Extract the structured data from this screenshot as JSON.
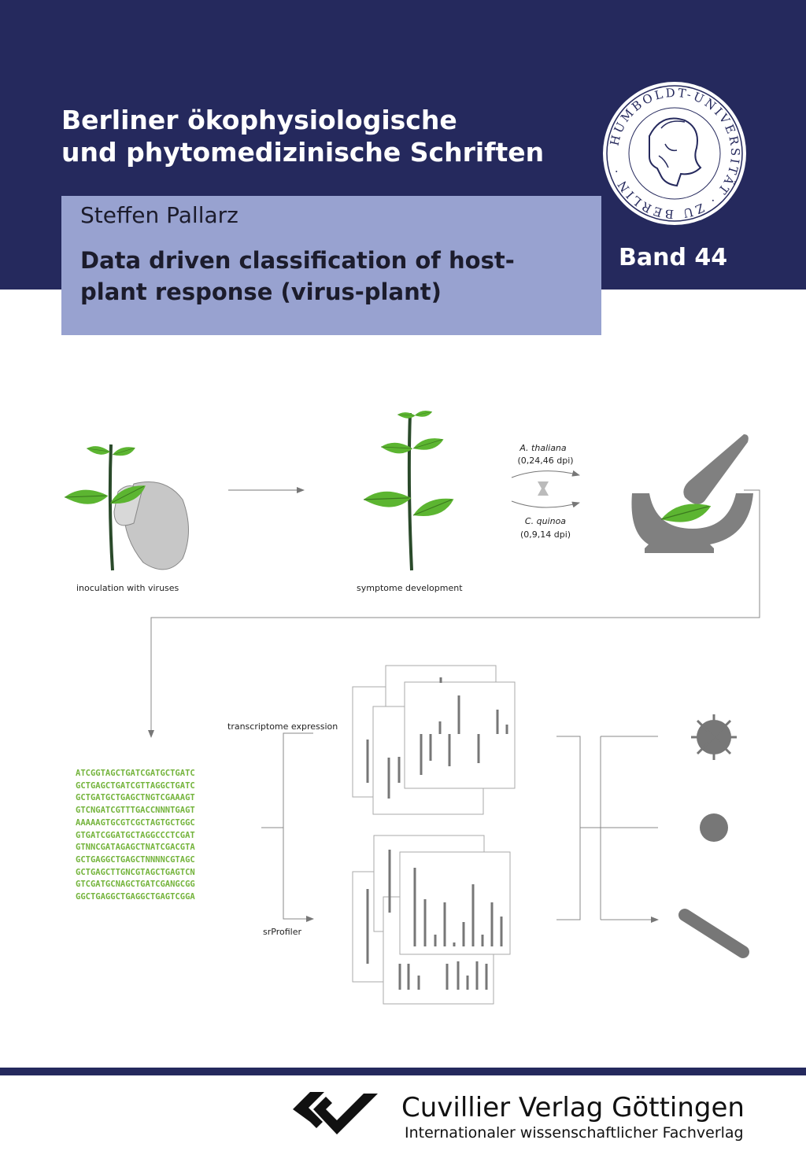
{
  "series_title": [
    "Berliner ökophysiologische",
    "und phytomedizinische Schriften"
  ],
  "author": "Steffen Pallarz",
  "book_title": [
    "Data driven classification of host-",
    "plant response (virus-plant)"
  ],
  "volume": "Band 44",
  "seal": {
    "text": "HUMBOLDT-UNIVERSITÄT ZU BERLIN"
  },
  "diagram": {
    "step1": "inoculation with viruses",
    "step2": "symptome development",
    "species1": "A. thaliana",
    "species1_dpi": "(0,24,46 dpi)",
    "species2": "C. quinoa",
    "species2_dpi": "(0,9,14 dpi)",
    "branch1": "transcriptome expression",
    "branch2": "srProfiler",
    "sequences": [
      "ATCGGTAGCTGATCGATGCTGATC",
      "GCTGAGCTGATCGTTAGGCTGATC",
      "GCTGATGCTGAGCTNGTCGAAAGT",
      "GTCNGATCGTTTGACCNNNTGAGT",
      "AAAAAGTGCGTCGCTAGTGCTGGC",
      "GTGATCGGATGCTAGGCCCTCGAT",
      "GTNNCGATAGAGCTNATCGACGTA",
      "GCTGAGGCTGAGCTNNNNCGTAGC",
      "GCTGAGCTTGNCGTAGCTGAGTCN",
      "GTCGATGCNAGCTGATCGANGCGG",
      "GGCTGAGGCTGAGGCTGAGTCGGA"
    ]
  },
  "publisher": {
    "name": "Cuvillier Verlag Göttingen",
    "tagline": "Internationaler wissenschaftlicher Fachverlag"
  },
  "colors": {
    "navy": "#25295d",
    "box": "#98a2d0",
    "leaf": "#5cb531",
    "dna": "#74b43c",
    "grey": "#808080"
  }
}
